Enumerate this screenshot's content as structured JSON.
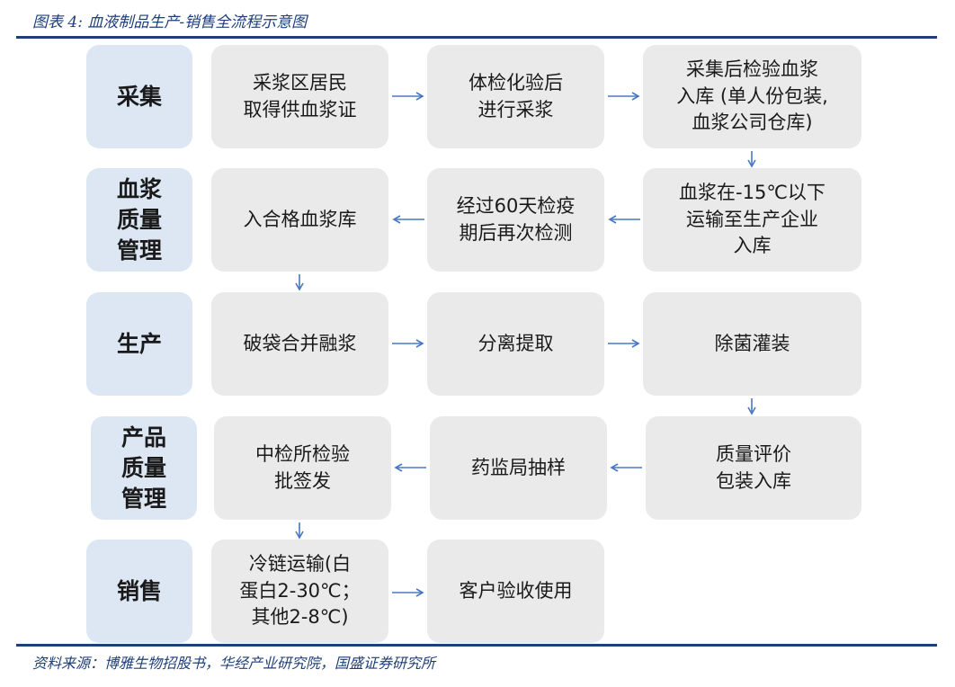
{
  "caption": "图表 4: 血液制品生产-销售全流程示意图",
  "source": "资料来源：博雅生物招股书，华经产业研究院，国盛证券研究所",
  "stages": {
    "collection": "采集",
    "plasma_qc": "血浆\n质量\n管理",
    "production": "生产",
    "product_qc": "产品\n质量\n管理",
    "sales": "销售"
  },
  "steps": {
    "s1": "采浆区居民\n取得供血浆证",
    "s2": "体检化验后\n进行采浆",
    "s3": "采集后检验血浆\n入库 (单人份包装,\n血浆公司仓库)",
    "s4": "血浆在-15℃以下\n运输至生产企业\n入库",
    "s5": "经过60天检疫\n期后再次检测",
    "s6": "入合格血浆库",
    "s7": "破袋合并融浆",
    "s8": "分离提取",
    "s9": "除菌灌装",
    "s10": "质量评价\n包装入库",
    "s11": "药监局抽样",
    "s12": "中检所检验\n批签发",
    "s13": "冷链运输(白\n蛋白2-30℃；\n其他2-8℃)",
    "s14": "客户验收使用"
  },
  "colors": {
    "stage_bg": "#dde7f4",
    "step_bg": "#eaeaea",
    "arrow": "#4a78c0",
    "rule": "#1f3f7a"
  },
  "icons": {
    "flow_arrow": "arrow-icon"
  }
}
